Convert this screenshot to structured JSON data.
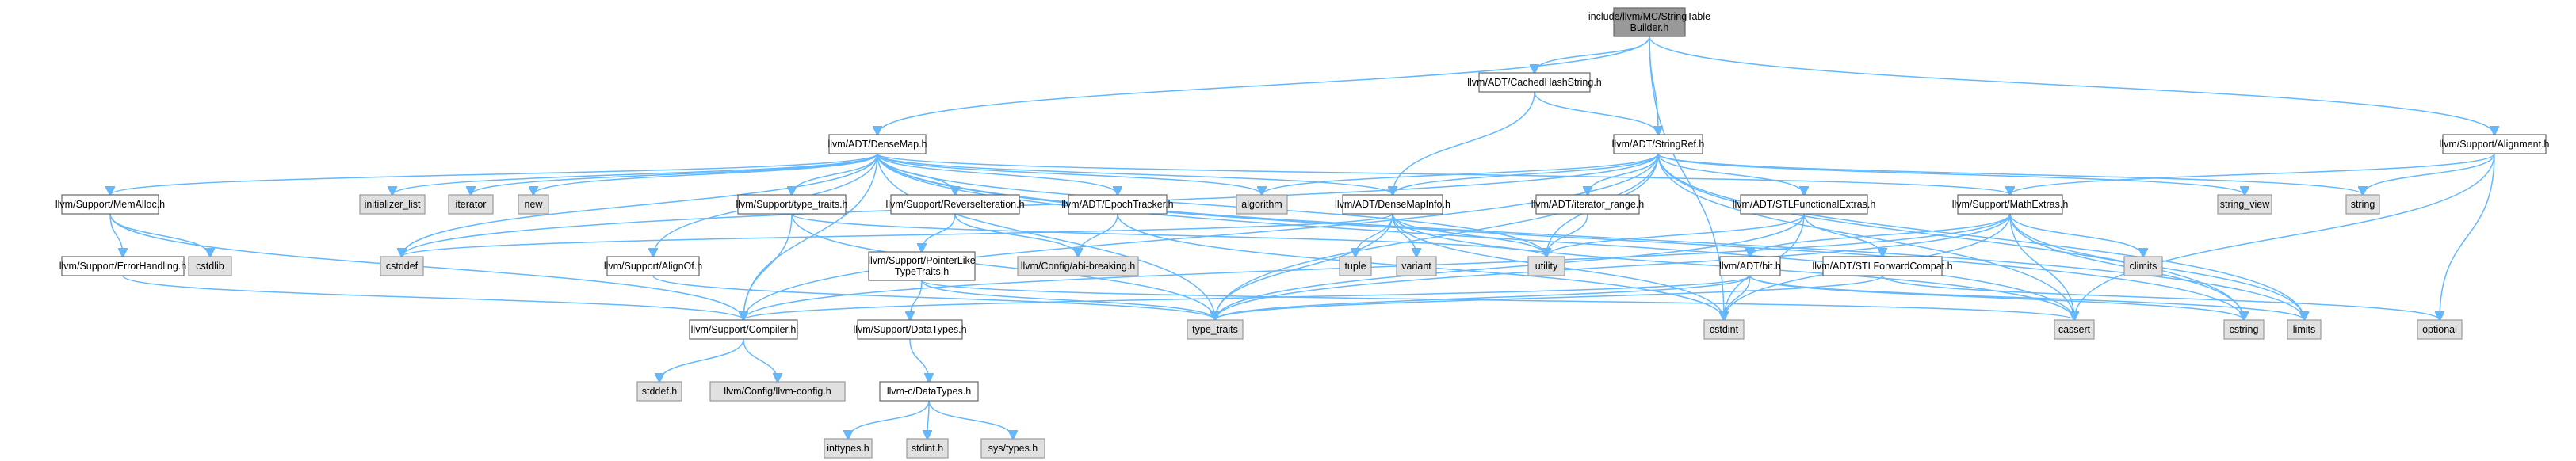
{
  "colors": {
    "edge": "#63b8ff",
    "node_border": "#666666",
    "system_header_fill": "#e0e0e0",
    "root_fill": "#999999",
    "background": "#ffffff"
  },
  "graph": {
    "nodes": [
      {
        "id": "root",
        "label": [
          "include/llvm/MC/StringTable",
          "Builder.h"
        ],
        "style": "root"
      },
      {
        "id": "cachedhash",
        "label": [
          "llvm/ADT/CachedHashString.h"
        ],
        "style": "white"
      },
      {
        "id": "densemap",
        "label": [
          "llvm/ADT/DenseMap.h"
        ],
        "style": "white"
      },
      {
        "id": "stringref",
        "label": [
          "llvm/ADT/StringRef.h"
        ],
        "style": "white"
      },
      {
        "id": "alignment",
        "label": [
          "llvm/Support/Alignment.h"
        ],
        "style": "white"
      },
      {
        "id": "memalloc",
        "label": [
          "llvm/Support/MemAlloc.h"
        ],
        "style": "white"
      },
      {
        "id": "initlist",
        "label": [
          "initializer_list"
        ],
        "style": "gray"
      },
      {
        "id": "iterator",
        "label": [
          "iterator"
        ],
        "style": "gray"
      },
      {
        "id": "new",
        "label": [
          "new"
        ],
        "style": "gray"
      },
      {
        "id": "typetraits_h",
        "label": [
          "llvm/Support/type_traits.h"
        ],
        "style": "white"
      },
      {
        "id": "reverseiter",
        "label": [
          "llvm/Support/ReverseIteration.h"
        ],
        "style": "white"
      },
      {
        "id": "epoch",
        "label": [
          "llvm/ADT/EpochTracker.h"
        ],
        "style": "white"
      },
      {
        "id": "algorithm",
        "label": [
          "algorithm"
        ],
        "style": "gray"
      },
      {
        "id": "densemapinfo",
        "label": [
          "llvm/ADT/DenseMapInfo.h"
        ],
        "style": "white"
      },
      {
        "id": "iterrange",
        "label": [
          "llvm/ADT/iterator_range.h"
        ],
        "style": "white"
      },
      {
        "id": "stlfunc",
        "label": [
          "llvm/ADT/STLFunctionalExtras.h"
        ],
        "style": "white"
      },
      {
        "id": "mathextras",
        "label": [
          "llvm/Support/MathExtras.h"
        ],
        "style": "white"
      },
      {
        "id": "stringview",
        "label": [
          "string_view"
        ],
        "style": "gray"
      },
      {
        "id": "string",
        "label": [
          "string"
        ],
        "style": "gray"
      },
      {
        "id": "cstdlib",
        "label": [
          "cstdlib"
        ],
        "style": "gray"
      },
      {
        "id": "errorhandling",
        "label": [
          "llvm/Support/ErrorHandling.h"
        ],
        "style": "white"
      },
      {
        "id": "cstddef",
        "label": [
          "cstddef"
        ],
        "style": "gray"
      },
      {
        "id": "alignof",
        "label": [
          "llvm/Support/AlignOf.h"
        ],
        "style": "white"
      },
      {
        "id": "ptrliketraits",
        "label": [
          "llvm/Support/PointerLike",
          "TypeTraits.h"
        ],
        "style": "white"
      },
      {
        "id": "abibreaking",
        "label": [
          "llvm/Config/abi-breaking.h"
        ],
        "style": "gray"
      },
      {
        "id": "tuple",
        "label": [
          "tuple"
        ],
        "style": "gray"
      },
      {
        "id": "variant",
        "label": [
          "variant"
        ],
        "style": "gray"
      },
      {
        "id": "utility",
        "label": [
          "utility"
        ],
        "style": "gray"
      },
      {
        "id": "bit",
        "label": [
          "llvm/ADT/bit.h"
        ],
        "style": "white"
      },
      {
        "id": "stlforward",
        "label": [
          "llvm/ADT/STLForwardCompat.h"
        ],
        "style": "white"
      },
      {
        "id": "climits",
        "label": [
          "climits"
        ],
        "style": "gray"
      },
      {
        "id": "compiler",
        "label": [
          "llvm/Support/Compiler.h"
        ],
        "style": "white"
      },
      {
        "id": "datatypes",
        "label": [
          "llvm/Support/DataTypes.h"
        ],
        "style": "white"
      },
      {
        "id": "type_traits",
        "label": [
          "type_traits"
        ],
        "style": "gray"
      },
      {
        "id": "cstdint",
        "label": [
          "cstdint"
        ],
        "style": "gray"
      },
      {
        "id": "cassert",
        "label": [
          "cassert"
        ],
        "style": "gray"
      },
      {
        "id": "cstring",
        "label": [
          "cstring"
        ],
        "style": "gray"
      },
      {
        "id": "limits",
        "label": [
          "limits"
        ],
        "style": "gray"
      },
      {
        "id": "optional",
        "label": [
          "optional"
        ],
        "style": "gray"
      },
      {
        "id": "stddef",
        "label": [
          "stddef.h"
        ],
        "style": "gray"
      },
      {
        "id": "llvmconfig",
        "label": [
          "llvm/Config/llvm-config.h"
        ],
        "style": "gray"
      },
      {
        "id": "cdatatypes",
        "label": [
          "llvm-c/DataTypes.h"
        ],
        "style": "white"
      },
      {
        "id": "inttypes",
        "label": [
          "inttypes.h"
        ],
        "style": "gray"
      },
      {
        "id": "stdint",
        "label": [
          "stdint.h"
        ],
        "style": "gray"
      },
      {
        "id": "systypes",
        "label": [
          "sys/types.h"
        ],
        "style": "gray"
      }
    ],
    "edges": [
      [
        "root",
        "cachedhash"
      ],
      [
        "root",
        "densemap"
      ],
      [
        "root",
        "stringref"
      ],
      [
        "root",
        "alignment"
      ],
      [
        "root",
        "cstdint"
      ],
      [
        "cachedhash",
        "stringref"
      ],
      [
        "cachedhash",
        "densemapinfo"
      ],
      [
        "densemap",
        "memalloc"
      ],
      [
        "densemap",
        "initlist"
      ],
      [
        "densemap",
        "iterator"
      ],
      [
        "densemap",
        "new"
      ],
      [
        "densemap",
        "typetraits_h"
      ],
      [
        "densemap",
        "reverseiter"
      ],
      [
        "densemap",
        "epoch"
      ],
      [
        "densemap",
        "algorithm"
      ],
      [
        "densemap",
        "densemapinfo"
      ],
      [
        "densemap",
        "mathextras"
      ],
      [
        "densemap",
        "alignof"
      ],
      [
        "densemap",
        "compiler"
      ],
      [
        "densemap",
        "cstddef"
      ],
      [
        "densemap",
        "type_traits"
      ],
      [
        "densemap",
        "utility"
      ],
      [
        "densemap",
        "cassert"
      ],
      [
        "densemap",
        "limits"
      ],
      [
        "densemap",
        "cstring"
      ],
      [
        "stringref",
        "algorithm"
      ],
      [
        "stringref",
        "densemapinfo"
      ],
      [
        "stringref",
        "iterrange"
      ],
      [
        "stringref",
        "stlfunc"
      ],
      [
        "stringref",
        "compiler"
      ],
      [
        "stringref",
        "cstddef"
      ],
      [
        "stringref",
        "type_traits"
      ],
      [
        "stringref",
        "cassert"
      ],
      [
        "stringref",
        "stringview"
      ],
      [
        "stringref",
        "string"
      ],
      [
        "stringref",
        "cstring"
      ],
      [
        "stringref",
        "limits"
      ],
      [
        "stringref",
        "utility"
      ],
      [
        "alignment",
        "mathextras"
      ],
      [
        "alignment",
        "string"
      ],
      [
        "alignment",
        "optional"
      ],
      [
        "alignment",
        "cassert"
      ],
      [
        "memalloc",
        "cstdlib"
      ],
      [
        "memalloc",
        "errorhandling"
      ],
      [
        "memalloc",
        "compiler"
      ],
      [
        "errorhandling",
        "compiler"
      ],
      [
        "typetraits_h",
        "compiler"
      ],
      [
        "typetraits_h",
        "type_traits"
      ],
      [
        "typetraits_h",
        "utility"
      ],
      [
        "reverseiter",
        "ptrliketraits"
      ],
      [
        "reverseiter",
        "abibreaking"
      ],
      [
        "epoch",
        "abibreaking"
      ],
      [
        "epoch",
        "cstdint"
      ],
      [
        "densemapinfo",
        "cstddef"
      ],
      [
        "densemapinfo",
        "tuple"
      ],
      [
        "densemapinfo",
        "variant"
      ],
      [
        "densemapinfo",
        "utility"
      ],
      [
        "densemapinfo",
        "type_traits"
      ],
      [
        "densemapinfo",
        "cstdint"
      ],
      [
        "densemapinfo",
        "cassert"
      ],
      [
        "iterrange",
        "utility"
      ],
      [
        "stlfunc",
        "type_traits"
      ],
      [
        "stlfunc",
        "utility"
      ],
      [
        "stlfunc",
        "cstdint"
      ],
      [
        "stlfunc",
        "stlforward"
      ],
      [
        "mathextras",
        "bit"
      ],
      [
        "mathextras",
        "compiler"
      ],
      [
        "mathextras",
        "cassert"
      ],
      [
        "mathextras",
        "climits"
      ],
      [
        "mathextras",
        "cstdint"
      ],
      [
        "mathextras",
        "cstring"
      ],
      [
        "mathextras",
        "limits"
      ],
      [
        "mathextras",
        "type_traits"
      ],
      [
        "alignof",
        "type_traits"
      ],
      [
        "ptrliketraits",
        "datatypes"
      ],
      [
        "ptrliketraits",
        "cassert"
      ],
      [
        "ptrliketraits",
        "type_traits"
      ],
      [
        "bit",
        "compiler"
      ],
      [
        "bit",
        "cstdint"
      ],
      [
        "bit",
        "limits"
      ],
      [
        "bit",
        "type_traits"
      ],
      [
        "bit",
        "cstring"
      ],
      [
        "stlforward",
        "optional"
      ],
      [
        "stlforward",
        "type_traits"
      ],
      [
        "compiler",
        "stddef"
      ],
      [
        "compiler",
        "llvmconfig"
      ],
      [
        "datatypes",
        "cdatatypes"
      ],
      [
        "cdatatypes",
        "inttypes"
      ],
      [
        "cdatatypes",
        "stdint"
      ],
      [
        "cdatatypes",
        "systypes"
      ]
    ]
  }
}
